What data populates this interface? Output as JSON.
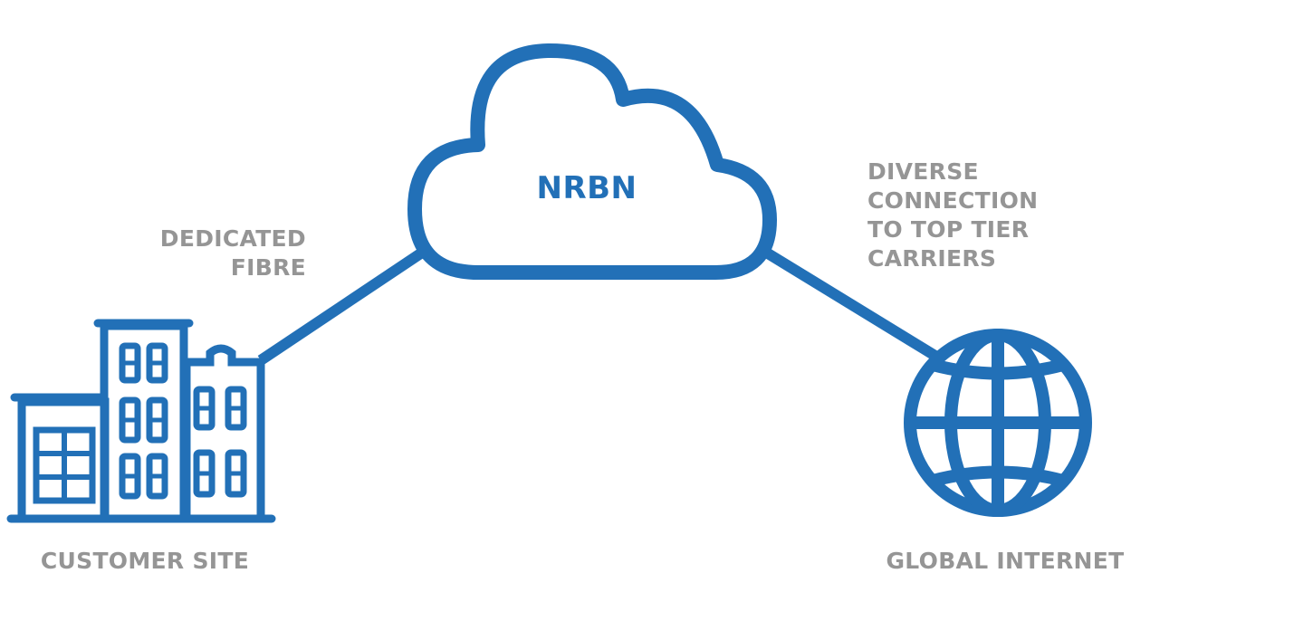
{
  "colors": {
    "accent": "#2270b7",
    "label_gray": "#959595"
  },
  "cloud": {
    "label": "NRBN",
    "icon": "cloud-icon"
  },
  "customer_site": {
    "label": "CUSTOMER SITE",
    "icon": "building-icon"
  },
  "global_internet": {
    "label": "GLOBAL INTERNET",
    "icon": "globe-icon"
  },
  "links": {
    "left": {
      "lines": [
        "DEDICATED",
        "FIBRE"
      ]
    },
    "right": {
      "lines": [
        "DIVERSE",
        "CONNECTION",
        "TO TOP TIER",
        "CARRIERS"
      ]
    }
  }
}
